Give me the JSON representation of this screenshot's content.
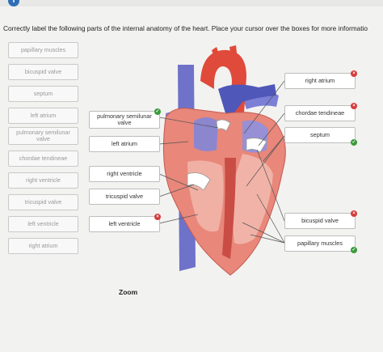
{
  "instructions": "Correctly label the following parts of the internal anatomy of the heart. Place your cursor over the boxes for more informatio",
  "word_bank": [
    "papillary muscles",
    "bicuspid valve",
    "septum",
    "left atrium",
    "pulmonary semilunar valve",
    "chordae tendineae",
    "right ventricle",
    "tricuspid valve",
    "left ventricle",
    "right atrium"
  ],
  "left_labels": [
    {
      "text": "pulmonary semilunar valve",
      "status": "correct"
    },
    {
      "text": "left atrium",
      "status": "none"
    },
    {
      "text": "right ventricle",
      "status": "none"
    },
    {
      "text": "tricuspid valve",
      "status": "none"
    },
    {
      "text": "left ventricle",
      "status": "incorrect"
    }
  ],
  "right_labels": [
    {
      "text": "right atrium",
      "status": "incorrect"
    },
    {
      "text": "chordae tendineae",
      "status": "incorrect"
    },
    {
      "text": "septum",
      "status": "correct"
    },
    {
      "text": "bicuspid valve",
      "status": "incorrect"
    },
    {
      "text": "papillary muscles",
      "status": "correct"
    }
  ],
  "zoom_label": "Zoom",
  "icons": {
    "correct": "check-icon",
    "incorrect": "x-icon",
    "info": "info-icon"
  },
  "colors": {
    "correct": "#3a9a3a",
    "incorrect": "#d63a3a",
    "info": "#2f6fb8"
  }
}
